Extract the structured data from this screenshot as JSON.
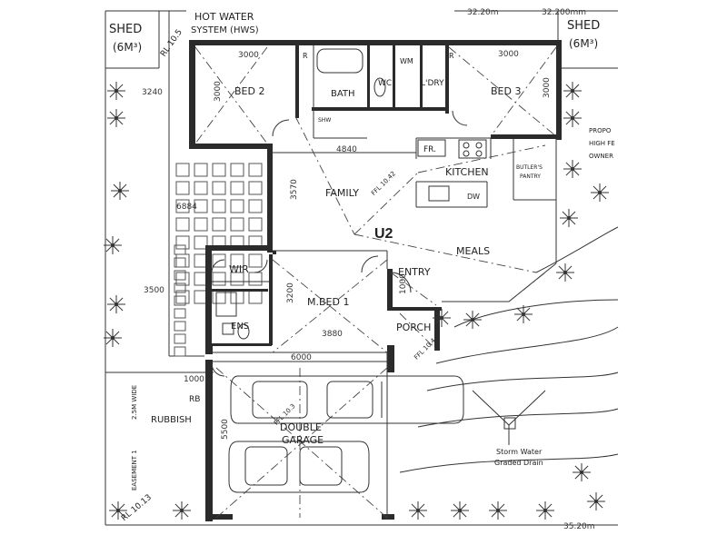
{
  "plan": {
    "unit_label": "U2",
    "rooms": {
      "bed2": "BED 2",
      "bed3": "BED 3",
      "bath": "BATH",
      "wc": "WC",
      "lndry": "L'DRY",
      "kitchen": "KITCHEN",
      "family": "FAMILY",
      "meals": "MEALS",
      "entry": "ENTRY",
      "porch": "PORCH",
      "wir": "WIR",
      "mbed": "M.BED 1",
      "ens": "ENS",
      "garage_line1": "DOUBLE",
      "garage_line2": "GARAGE",
      "pantry_line1": "BUTLER'S",
      "pantry_line2": "PANTRY",
      "fridge": "FR.",
      "rubbish": "RUBBISH",
      "rubbish_bin": "RB",
      "r_left": "R",
      "r_right": "R",
      "dw": "DW",
      "wm": "WM",
      "shw": "SHW"
    },
    "labels": {
      "shed_left_line1": "SHED",
      "shed_left_line2": "(6M³)",
      "shed_right_line1": "SHED",
      "shed_right_line2": "(6M³)",
      "hot_water_line1": "HOT WATER",
      "hot_water_line2": "SYSTEM (HWS)",
      "rl_top": "RL 10.5",
      "storm_line1": "Storm Water",
      "storm_line2": "Graded Drain",
      "propo_line1": "PROPO",
      "propo_line2": "HIGH FE",
      "propo_line3": "OWNER",
      "driveway": "2.5M WIDE",
      "easement": "EASEMENT 1",
      "rl_family": "FFL 10.42",
      "rl_garage": "FFL 10.3",
      "rl_porch": "FFL 10.4",
      "rl_bottom": "RL 10.13"
    },
    "dimensions": {
      "bed2_width": "3000",
      "bed3_width": "3000",
      "bed2_depth": "3000",
      "bed3_depth": "3000",
      "left_top": "3240",
      "family_width": "4840",
      "family_depth": "3570",
      "left_mid": "6884",
      "left_lower": "3500",
      "mbed_width": "3880",
      "mbed_depth": "3200",
      "garage_width": "6000",
      "garage_depth": "5500",
      "left_bottom": "1000",
      "entry_depth": "1000",
      "top_level_1": "32.20m",
      "top_level_2": "32.200mm",
      "bottom_level": "35.20m"
    }
  }
}
